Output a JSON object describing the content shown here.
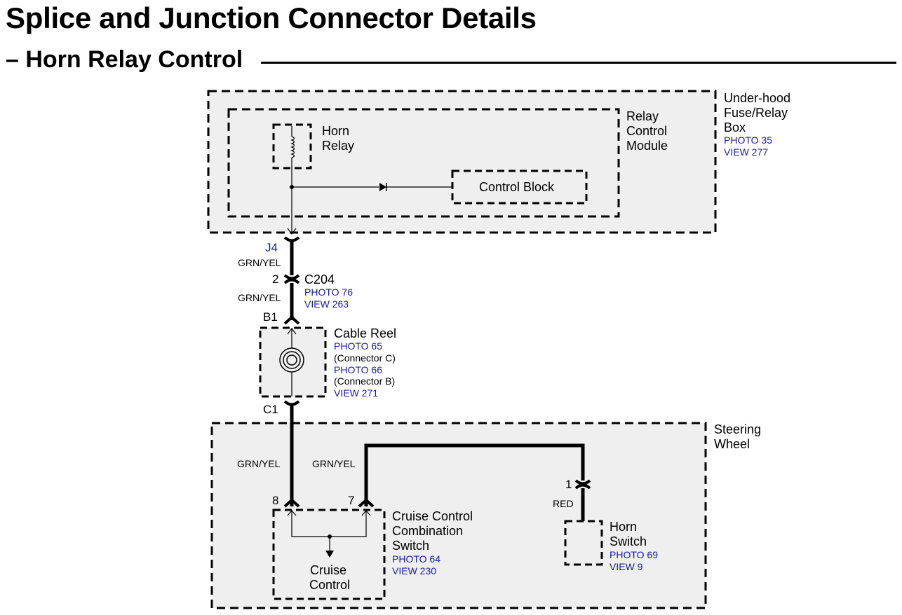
{
  "header": {
    "title": "Splice and Junction Connector Details",
    "subtitle": "– Horn Relay Control"
  },
  "components": {
    "underhood_box": {
      "name_1": "Under-hood",
      "name_2": "Fuse/Relay",
      "name_3": "Box",
      "photo": "PHOTO 35",
      "view": "VIEW 277"
    },
    "relay_module": {
      "name_1": "Relay",
      "name_2": "Control",
      "name_3": "Module"
    },
    "horn_relay": {
      "name_1": "Horn",
      "name_2": "Relay"
    },
    "control_block": {
      "name": "Control Block"
    },
    "cable_reel": {
      "name": "Cable Reel",
      "photo_1": "PHOTO 65",
      "note_1": "(Connector C)",
      "photo_2": "PHOTO 66",
      "note_2": "(Connector B)",
      "view": "VIEW 271"
    },
    "steering_wheel": {
      "name_1": "Steering",
      "name_2": "Wheel"
    },
    "cruise_switch": {
      "name_1": "Cruise Control",
      "name_2": "Combination",
      "name_3": "Switch",
      "photo": "PHOTO 64",
      "view": "VIEW 230",
      "inner_1": "Cruise",
      "inner_2": "Control"
    },
    "horn_switch": {
      "name_1": "Horn",
      "name_2": "Switch",
      "photo": "PHOTO 69",
      "view": "VIEW 9"
    }
  },
  "connectors": {
    "j4": "J4",
    "c204": {
      "pin": "2",
      "name": "C204",
      "photo": "PHOTO 76",
      "view": "VIEW 263"
    },
    "b1": "B1",
    "c1": "C1",
    "cruise_pin_a": "8",
    "cruise_pin_b": "7",
    "horn_pin": "1"
  },
  "wires": {
    "w1": "GRN/YEL",
    "w2": "GRN/YEL",
    "w3": "GRN/YEL",
    "w4": "GRN/YEL",
    "w5": "RED"
  },
  "colors": {
    "reference_text": "#1a1aa6",
    "box_fill": "#efefef"
  }
}
